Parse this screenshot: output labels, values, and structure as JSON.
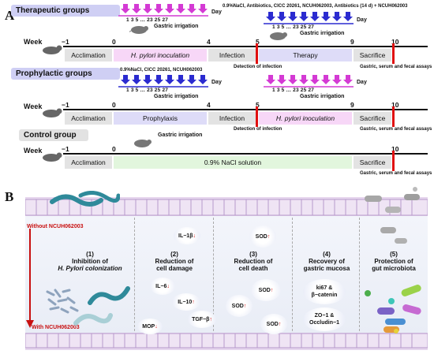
{
  "panel_a": {
    "letter": "A",
    "week_label": "Week",
    "therapeutic": {
      "title": "Therapeutic groups",
      "day_label": "Day",
      "days": "1  3  5  …  23  25  27",
      "gastric": "Gastric irrigation",
      "treatment_note": "0.9%NaCl, Antibiotics, CICC 20261, NCUH062003, Antibiotics (14 d) + NCUH062003",
      "ticks": [
        "−1",
        "0",
        "4",
        "5",
        "9",
        "10"
      ],
      "segments": [
        "Acclimation",
        "H. pylori inoculation",
        "Infection",
        "Therapy",
        "Sacrifice"
      ],
      "detection": "Detection of infection",
      "assays": "Gastric, serum and fecal assays"
    },
    "prophylactic": {
      "title": "Prophylactic groups",
      "treatment_note": "0.9%NaCl, CICC 20261, NCUH062003",
      "ticks": [
        "−1",
        "0",
        "4",
        "5",
        "9",
        "10"
      ],
      "segments": [
        "Acclimation",
        "Prophylaxis",
        "Infection",
        "H. pylori inoculation",
        "Sacrifice"
      ],
      "detection": "Detection of infection",
      "assays": "Gastric, serum and fecal assays"
    },
    "control": {
      "title": "Control group",
      "gastric": "Gastric irrigation",
      "ticks": [
        "−1",
        "0",
        "10"
      ],
      "segments": [
        "Acclimation",
        "0.9% NaCl solution",
        "Sacrifice"
      ],
      "assays": "Gastric, serum and fecal assays"
    }
  },
  "panel_b": {
    "letter": "B",
    "without": "Without NCUH062003",
    "with": "With NCUH062003",
    "columns": [
      {
        "num": "(1)",
        "l1": "Inhibition of",
        "l2": "H. Pylori colonization"
      },
      {
        "num": "(2)",
        "l1": "Reduction of",
        "l2": "cell damage"
      },
      {
        "num": "(3)",
        "l1": "Reduction of",
        "l2": "cell death"
      },
      {
        "num": "(4)",
        "l1": "Recovery of",
        "l2": "gastric mucosa"
      },
      {
        "num": "(5)",
        "l1": "Protection of",
        "l2": "gut microbiota"
      }
    ],
    "markers": {
      "il1b": "IL−1β",
      "il6": "IL−6",
      "il10": "IL−10",
      "tgfb": "TGF−β",
      "mop": "MOP",
      "sod": "SOD",
      "ki67": "ki67 &",
      "bcat": "β−catenin",
      "zo1": "ZO−1 &",
      "occ": "Occludin−1"
    },
    "colors": {
      "up": "#d01010",
      "down": "#d01010",
      "bar": "#e01010",
      "accent": "#cfcff4"
    }
  }
}
